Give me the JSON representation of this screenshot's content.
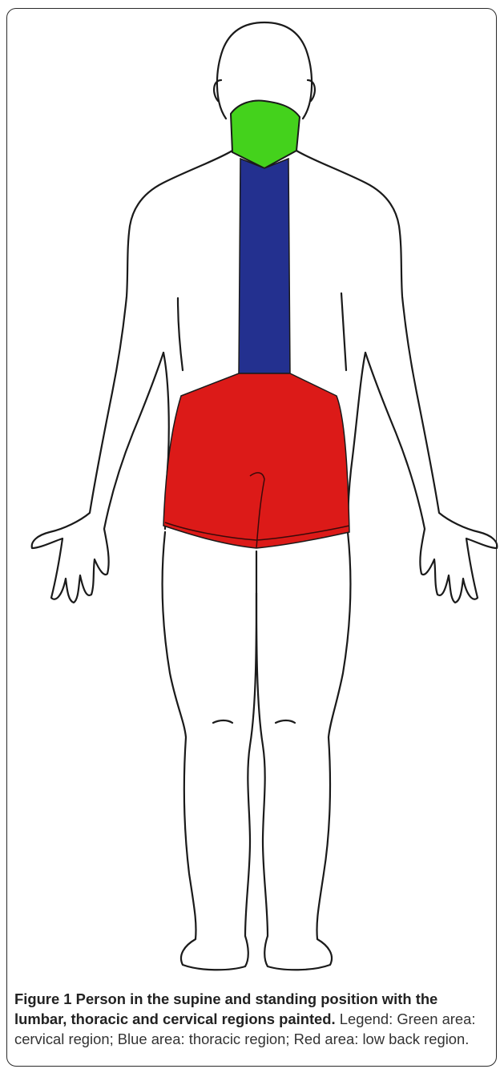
{
  "caption": {
    "label": "Figure 1",
    "title": "Person in the supine and standing position with the lumbar, thoracic and cervical regions painted.",
    "legend": "Legend: Green area: cervical region; Blue area: thoracic region; Red area: low back region."
  },
  "regions": [
    {
      "name": "cervical",
      "color": "#44d21c"
    },
    {
      "name": "thoracic",
      "color": "#23308f"
    },
    {
      "name": "low back",
      "color": "#dc1a18"
    }
  ]
}
